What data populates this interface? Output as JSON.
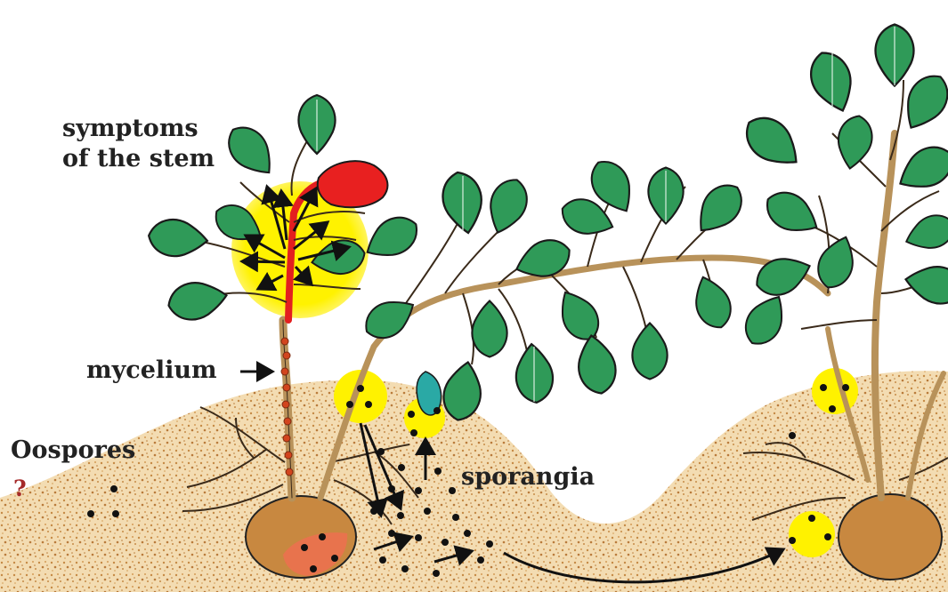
{
  "labels": {
    "symptoms_line1": "symptoms",
    "symptoms_line2": "of the stem",
    "mycelium": "mycelium",
    "oospores": "Oospores",
    "question_mark": "?",
    "sporangia": "sporangia"
  },
  "colors": {
    "leaf": "#2f9a58",
    "leaf_outline": "#1a1a1a",
    "soil": "#d9b07a",
    "soil_speckle": "#c58a45",
    "tuber": "#c88840",
    "infected_tuber": "#e8734d",
    "stem": "#b8925a",
    "infected_stem": "#e31f1f",
    "infected_leaf": "#e82020",
    "highlight": "#fff200",
    "mycelium_dots": "#d2451e",
    "spores": "#111111",
    "question_mark": "#a52a2a"
  }
}
